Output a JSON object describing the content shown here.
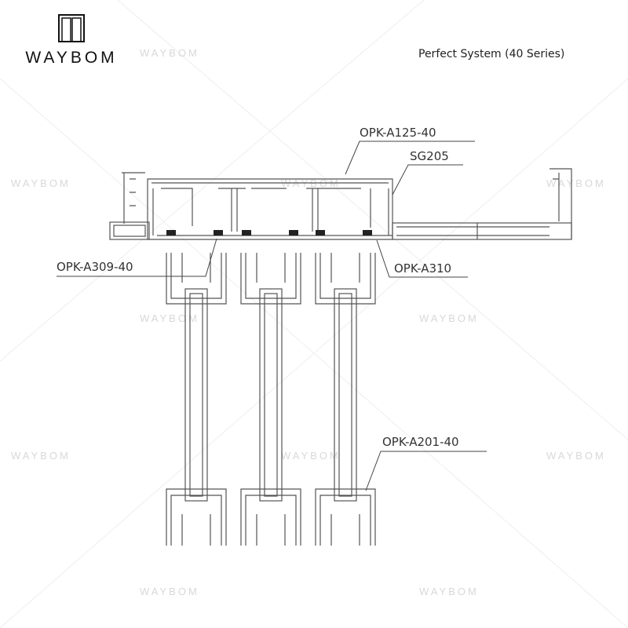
{
  "header": {
    "brand": "WAYBOM",
    "title": "Perfect System (40 Series)"
  },
  "watermark": "WAYBOM",
  "labels": {
    "a125": "OPK-A125-40",
    "sg205": "SG205",
    "a309": "OPK-A309-40",
    "a310": "OPK-A310",
    "a201": "OPK-A201-40"
  }
}
